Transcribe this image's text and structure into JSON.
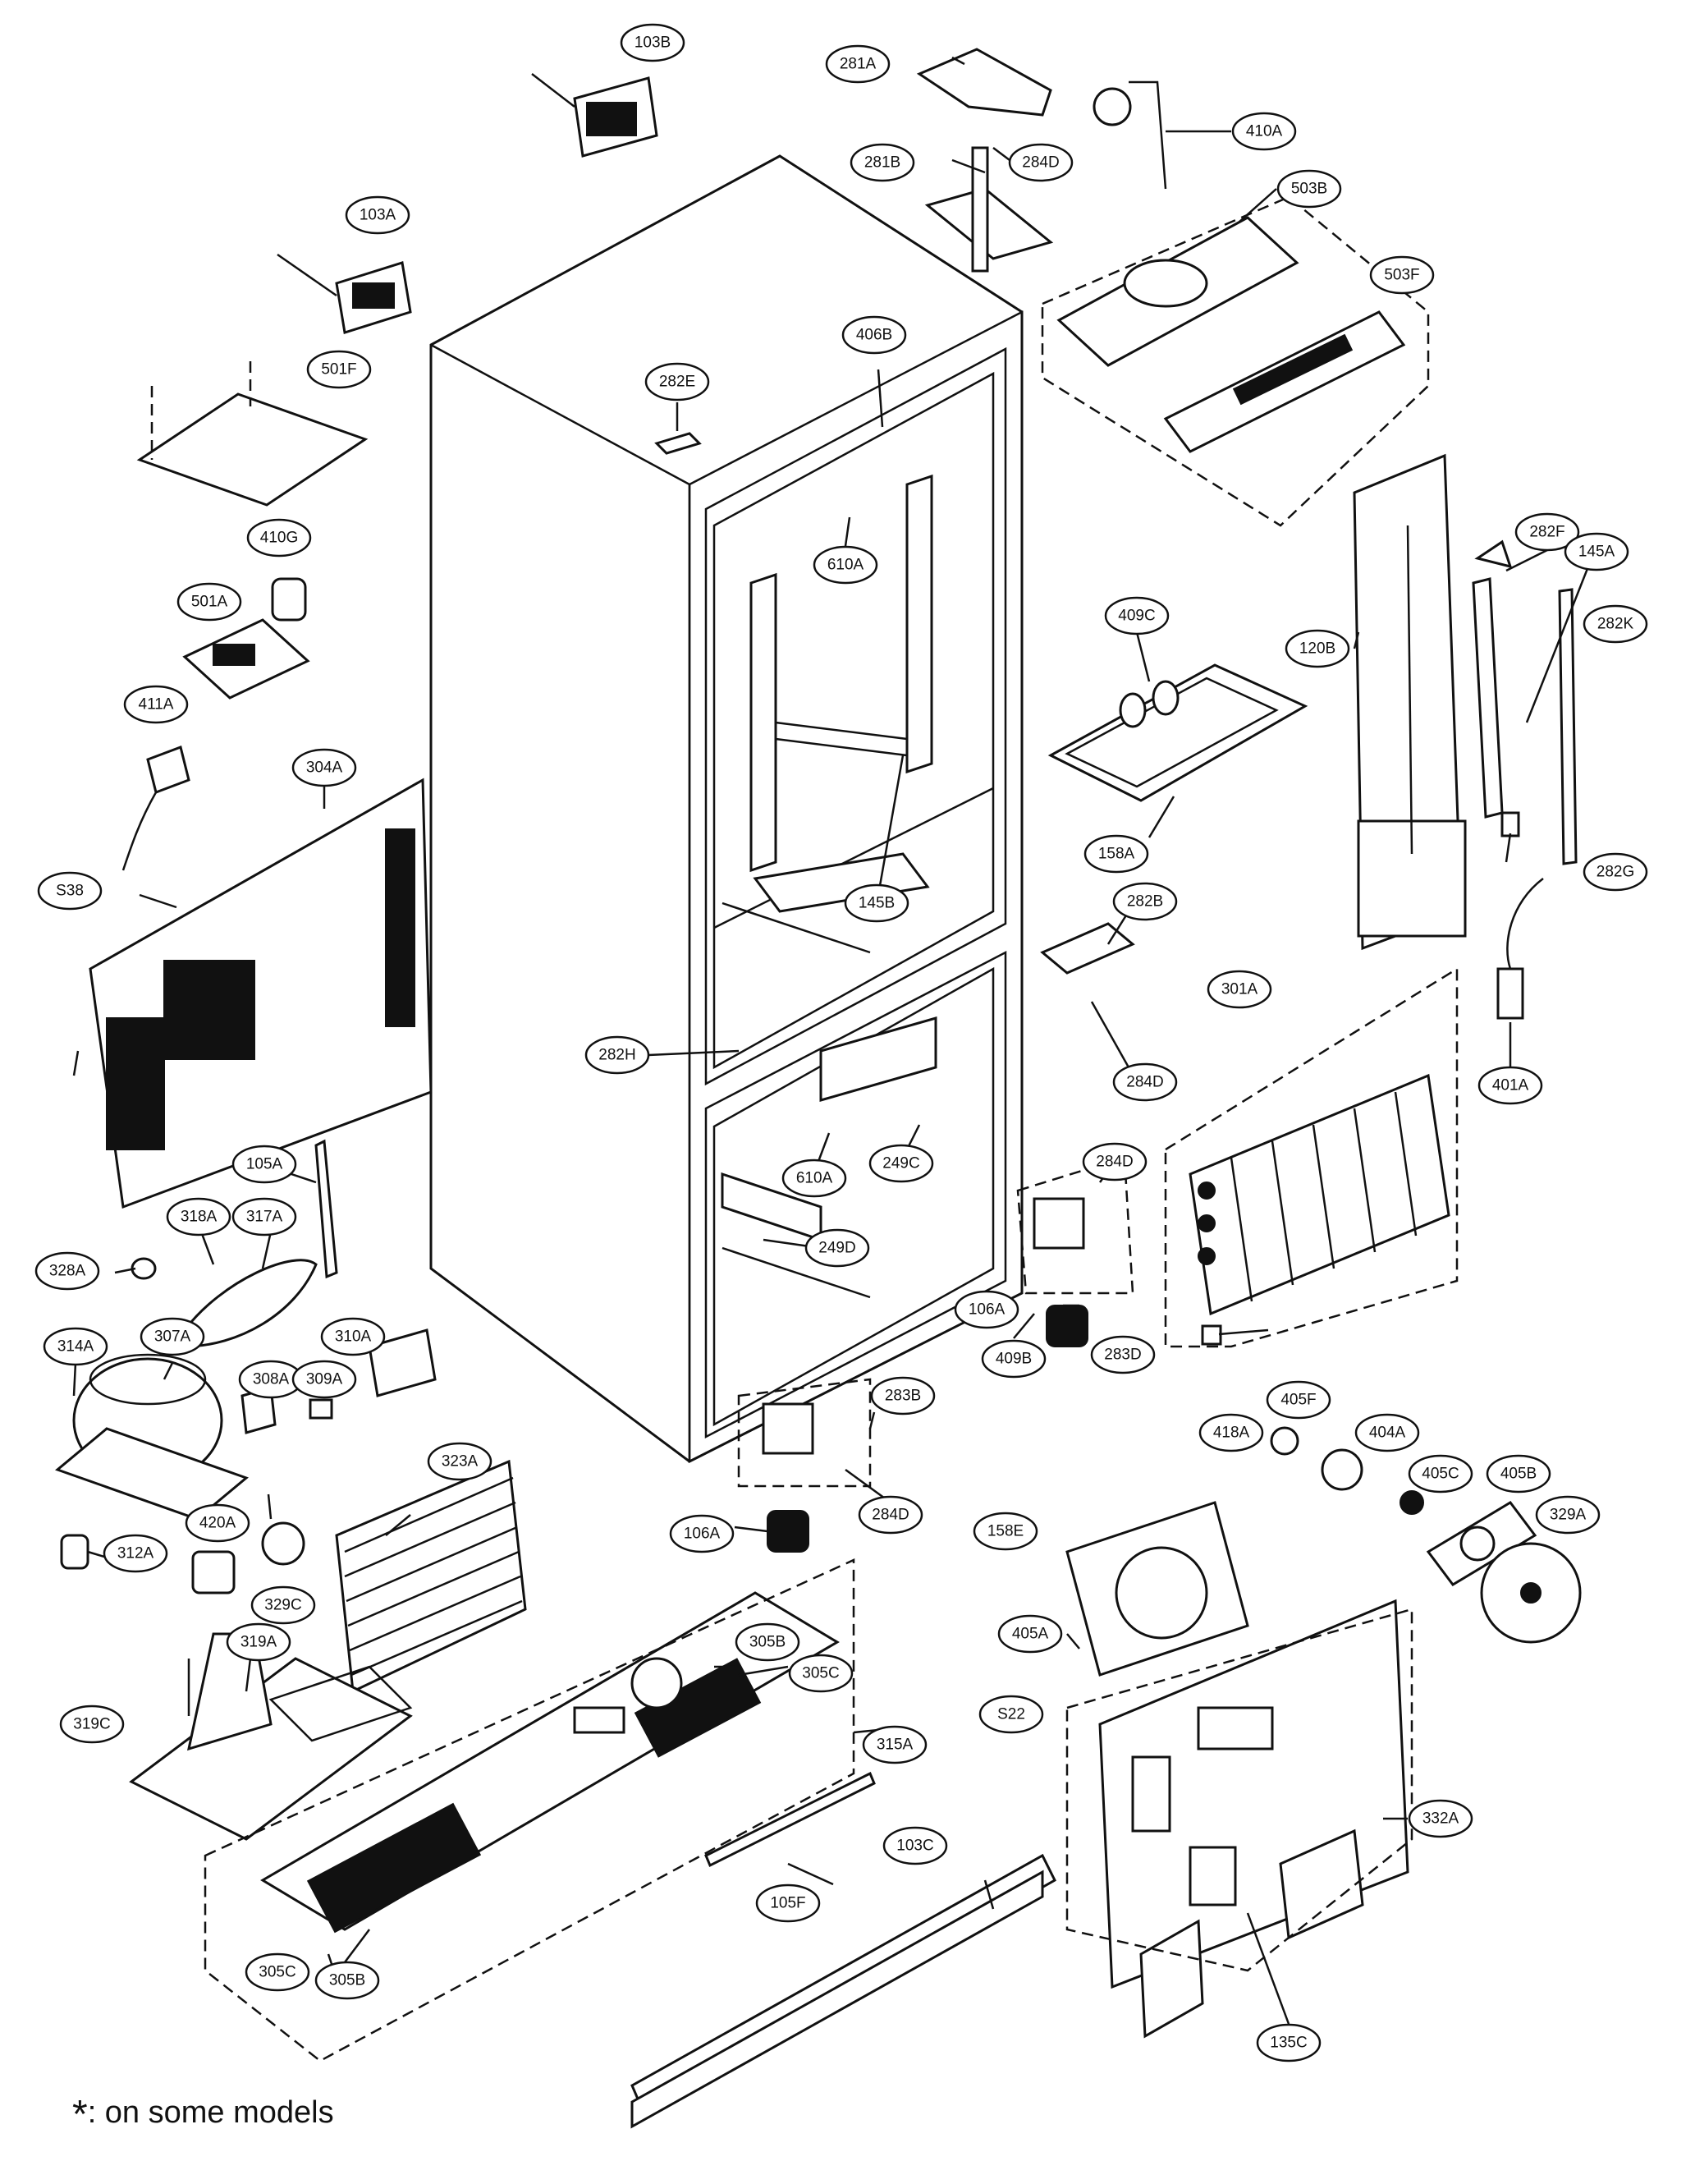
{
  "diagram": {
    "callouts": [
      {
        "id": "c103B",
        "label": "103B"
      },
      {
        "id": "c281A",
        "label": "281A"
      },
      {
        "id": "c410A",
        "label": "410A"
      },
      {
        "id": "c281B",
        "label": "281B"
      },
      {
        "id": "c284D_1",
        "label": "284D"
      },
      {
        "id": "c103A",
        "label": "103A"
      },
      {
        "id": "c503B",
        "label": "503B"
      },
      {
        "id": "c406B",
        "label": "406B"
      },
      {
        "id": "c503F",
        "label": "503F"
      },
      {
        "id": "c282E",
        "label": "282E"
      },
      {
        "id": "c501F",
        "label": "501F"
      },
      {
        "id": "c282F",
        "label": "282F"
      },
      {
        "id": "c410G",
        "label": "410G"
      },
      {
        "id": "c610A_1",
        "label": "610A"
      },
      {
        "id": "c145A",
        "label": "145A"
      },
      {
        "id": "c501A",
        "label": "501A"
      },
      {
        "id": "c409C",
        "label": "409C"
      },
      {
        "id": "c120B",
        "label": "120B"
      },
      {
        "id": "c282K",
        "label": "282K"
      },
      {
        "id": "c411A",
        "label": "411A"
      },
      {
        "id": "c304A",
        "label": "304A"
      },
      {
        "id": "c158A",
        "label": "158A"
      },
      {
        "id": "c282G",
        "label": "282G"
      },
      {
        "id": "cS38",
        "label": "S38"
      },
      {
        "id": "c145B",
        "label": "145B"
      },
      {
        "id": "c282B",
        "label": "282B"
      },
      {
        "id": "c301A",
        "label": "301A"
      },
      {
        "id": "c284D_2",
        "label": "284D"
      },
      {
        "id": "c401A",
        "label": "401A"
      },
      {
        "id": "c282H",
        "label": "282H"
      },
      {
        "id": "c105A",
        "label": "105A"
      },
      {
        "id": "c610A_2",
        "label": "610A"
      },
      {
        "id": "c249C",
        "label": "249C"
      },
      {
        "id": "c284D_3",
        "label": "284D"
      },
      {
        "id": "c318A",
        "label": "318A"
      },
      {
        "id": "c317A",
        "label": "317A"
      },
      {
        "id": "c249D",
        "label": "249D"
      },
      {
        "id": "c328A",
        "label": "328A"
      },
      {
        "id": "c106A_1",
        "label": "106A"
      },
      {
        "id": "c283D",
        "label": "283D"
      },
      {
        "id": "c314A",
        "label": "314A"
      },
      {
        "id": "c307A",
        "label": "307A"
      },
      {
        "id": "c310A",
        "label": "310A"
      },
      {
        "id": "c409B",
        "label": "409B"
      },
      {
        "id": "c308A",
        "label": "308A"
      },
      {
        "id": "c309A",
        "label": "309A"
      },
      {
        "id": "c283B",
        "label": "283B"
      },
      {
        "id": "c405F",
        "label": "405F"
      },
      {
        "id": "c418A",
        "label": "418A"
      },
      {
        "id": "c404A",
        "label": "404A"
      },
      {
        "id": "c323A",
        "label": "323A"
      },
      {
        "id": "c405C_1",
        "label": "405C"
      },
      {
        "id": "c405B",
        "label": "405B"
      },
      {
        "id": "c284D_4",
        "label": "284D"
      },
      {
        "id": "c158E",
        "label": "158E"
      },
      {
        "id": "c329A",
        "label": "329A"
      },
      {
        "id": "c420A",
        "label": "420A"
      },
      {
        "id": "c106A_2",
        "label": "106A"
      },
      {
        "id": "c312A",
        "label": "312A"
      },
      {
        "id": "c329C",
        "label": "329C"
      },
      {
        "id": "c405A",
        "label": "405A"
      },
      {
        "id": "c319A",
        "label": "319A"
      },
      {
        "id": "c305B_1",
        "label": "305B"
      },
      {
        "id": "c305C_1",
        "label": "305C"
      },
      {
        "id": "cS22",
        "label": "S22"
      },
      {
        "id": "c319C",
        "label": "319C"
      },
      {
        "id": "c315A",
        "label": "315A"
      },
      {
        "id": "c332A",
        "label": "332A"
      },
      {
        "id": "c103C",
        "label": "103C"
      },
      {
        "id": "c105F",
        "label": "105F"
      },
      {
        "id": "c305C_2",
        "label": "305C"
      },
      {
        "id": "c305B_2",
        "label": "305B"
      },
      {
        "id": "c135C",
        "label": "135C"
      }
    ]
  },
  "footnote": {
    "symbol": "*",
    "text": ": on some models"
  }
}
